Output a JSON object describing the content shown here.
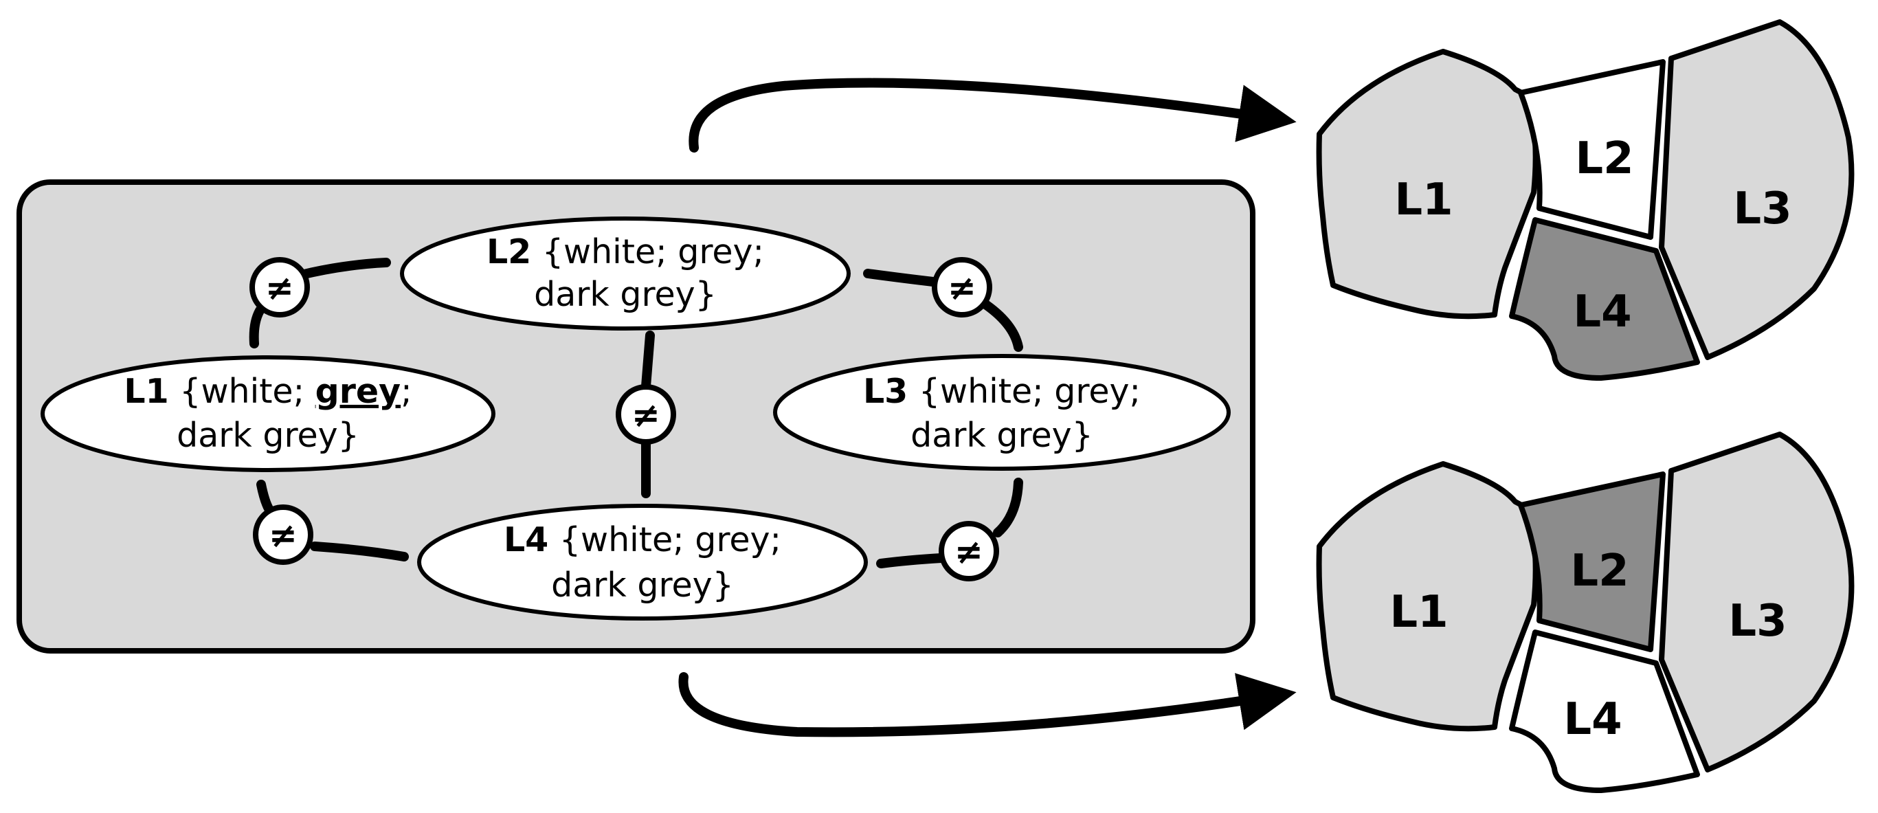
{
  "colors": {
    "white": "#ffffff",
    "grey": "#d9d9d9",
    "dark_grey": "#8c8c8c",
    "outline": "#000000",
    "panel": "#d9d9d9"
  },
  "constraint_graph": {
    "nodes": [
      {
        "id": "L1",
        "label": "L1",
        "line1": " {white; ",
        "highlight": "grey",
        "line1_end": ";",
        "line2": "dark grey}"
      },
      {
        "id": "L2",
        "label": "L2",
        "line1": " {white; grey;",
        "line2": "dark grey}"
      },
      {
        "id": "L3",
        "label": "L3",
        "line1": " {white; grey;",
        "line2": "dark grey}"
      },
      {
        "id": "L4",
        "label": "L4",
        "line1": " {white; grey;",
        "line2": "dark grey}"
      }
    ],
    "constraint_symbol": "≠",
    "edges": [
      {
        "from": "L1",
        "to": "L2"
      },
      {
        "from": "L2",
        "to": "L3"
      },
      {
        "from": "L2",
        "to": "L4"
      },
      {
        "from": "L1",
        "to": "L4"
      },
      {
        "from": "L3",
        "to": "L4"
      }
    ]
  },
  "maps": [
    {
      "regions": [
        {
          "id": "L1",
          "label": "L1",
          "color": "grey"
        },
        {
          "id": "L2",
          "label": "L2",
          "color": "white"
        },
        {
          "id": "L3",
          "label": "L3",
          "color": "grey"
        },
        {
          "id": "L4",
          "label": "L4",
          "color": "dark_grey"
        }
      ]
    },
    {
      "regions": [
        {
          "id": "L1",
          "label": "L1",
          "color": "grey"
        },
        {
          "id": "L2",
          "label": "L2",
          "color": "dark_grey"
        },
        {
          "id": "L3",
          "label": "L3",
          "color": "grey"
        },
        {
          "id": "L4",
          "label": "L4",
          "color": "white"
        }
      ]
    }
  ]
}
